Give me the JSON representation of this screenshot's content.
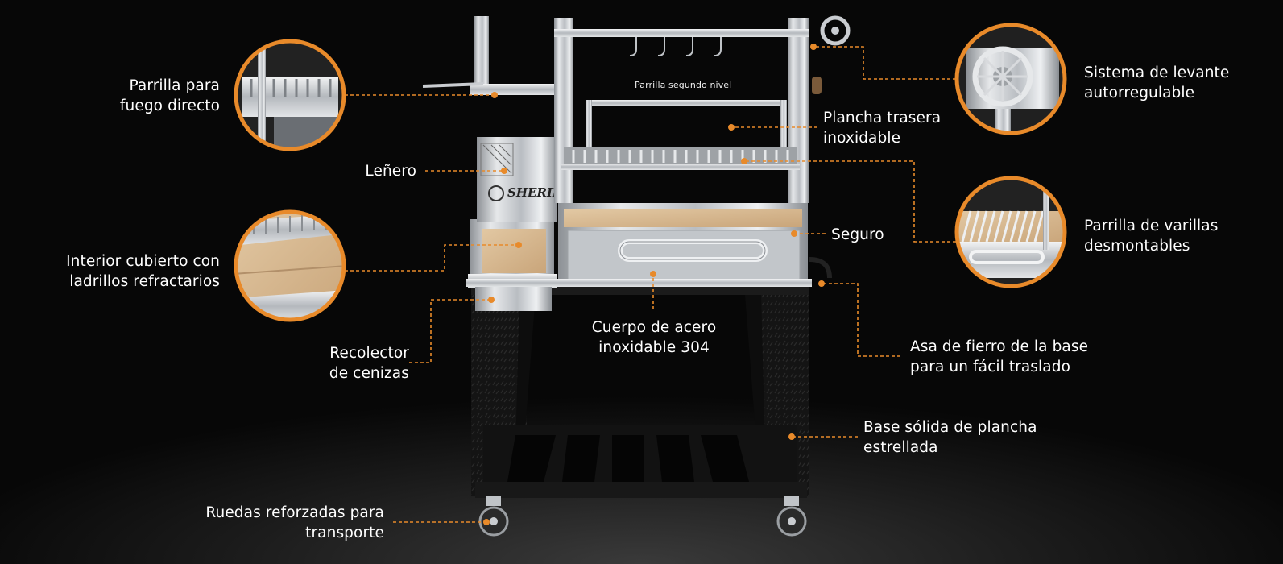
{
  "labels": {
    "parrilla_fuego": [
      "Parrilla para",
      "fuego directo"
    ],
    "lenero": [
      "Leñero"
    ],
    "interior": [
      "Interior cubierto con",
      "ladrillos refractarios"
    ],
    "recolector": [
      "Recolector",
      "de cenizas"
    ],
    "ruedas": [
      "Ruedas reforzadas para",
      "transporte"
    ],
    "segundo_nivel": [
      "Parrilla segundo nivel"
    ],
    "cuerpo": [
      "Cuerpo de acero",
      "inoxidable 304"
    ],
    "sistema": [
      "Sistema de levante",
      "autorregulable"
    ],
    "plancha": [
      "Plancha trasera",
      "inoxidable"
    ],
    "seguro": [
      "Seguro"
    ],
    "varillas": [
      "Parrilla de varillas",
      "desmontables"
    ],
    "asa": [
      "Asa de fierro de la base",
      "para un fácil traslado"
    ],
    "base": [
      "Base sólida de plancha",
      "estrellada"
    ]
  },
  "brand_logo_text": "SHERIFF",
  "colors": {
    "accent": "#e88a2a",
    "background": "#060606",
    "steel": "#c9ccd0",
    "base_black": "#151515"
  }
}
